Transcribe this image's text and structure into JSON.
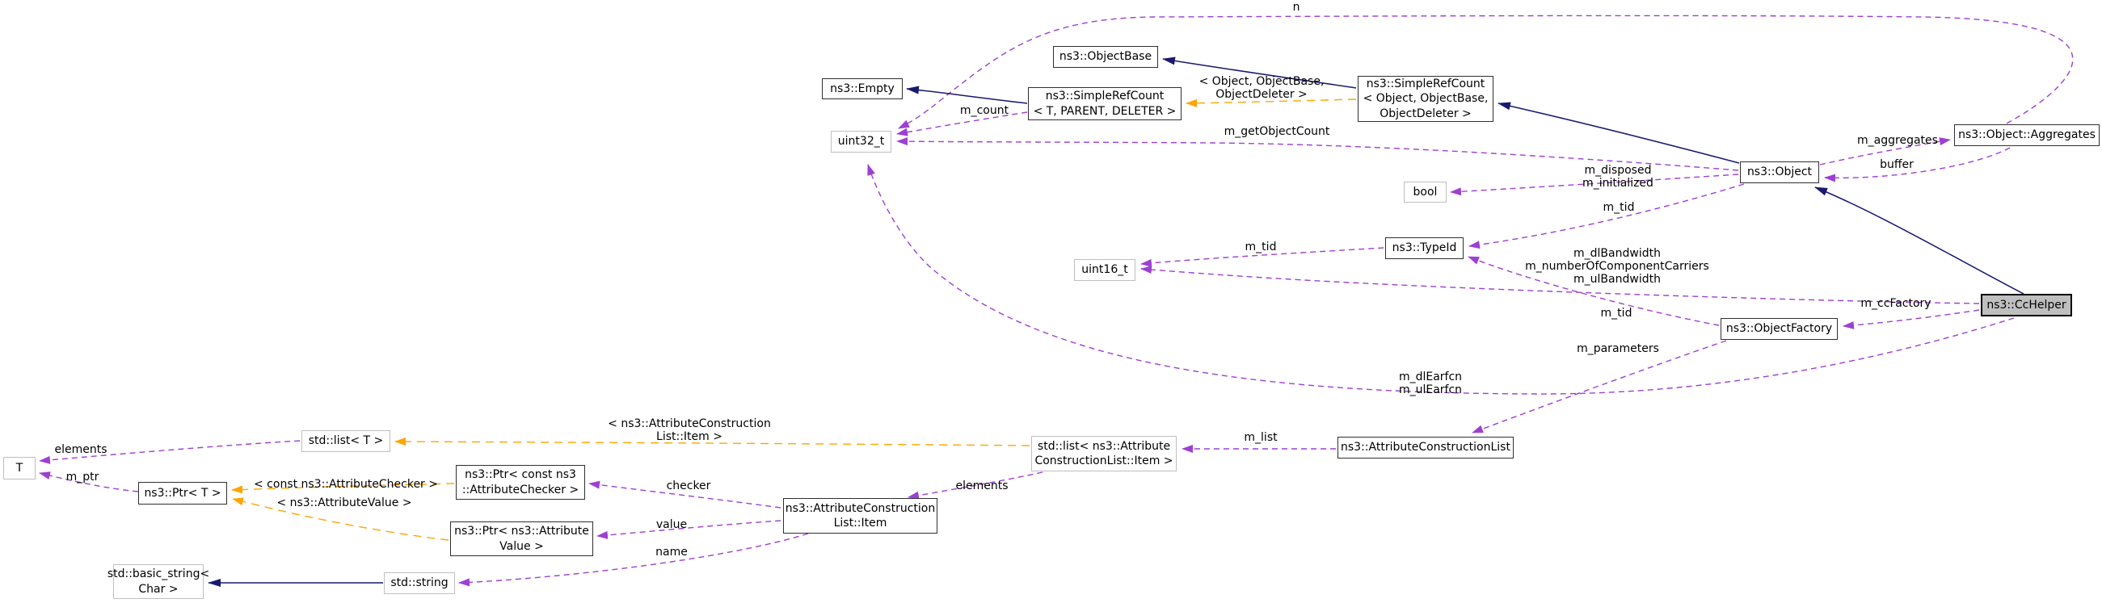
{
  "diagram": {
    "title": "ns3::CcHelper collaboration graph",
    "colors": {
      "inheritance_edge": "#191970",
      "member_edge": "#9d3fd3",
      "template_edge": "#ffa500",
      "main_node_fill": "#bfbfbf",
      "class_border": "#2f2f2f",
      "external_border": "#bfbfbf"
    },
    "nodes": {
      "empty": {
        "label": "ns3::Empty"
      },
      "srt": {
        "label": "ns3::SimpleRefCount\n< T, PARENT, DELETER >"
      },
      "objectbase": {
        "label": "ns3::ObjectBase"
      },
      "sro": {
        "label": "ns3::SimpleRefCount\n< Object, ObjectBase,\nObjectDeleter >"
      },
      "uint32": {
        "label": "uint32_t"
      },
      "object": {
        "label": "ns3::Object"
      },
      "aggregates": {
        "label": "ns3::Object::Aggregates"
      },
      "bool": {
        "label": "bool"
      },
      "typeid": {
        "label": "ns3::TypeId"
      },
      "uint16": {
        "label": "uint16_t"
      },
      "cchelper": {
        "label": "ns3::CcHelper"
      },
      "objectfactory": {
        "label": "ns3::ObjectFactory"
      },
      "acl": {
        "label": "ns3::AttributeConstructionList"
      },
      "list_item": {
        "label": "std::list< ns3::Attribute\nConstructionList::Item >"
      },
      "list_t": {
        "label": "std::list< T >"
      },
      "t": {
        "label": "T"
      },
      "ptr_t": {
        "label": "ns3::Ptr< T >"
      },
      "ptr_checker": {
        "label": "ns3::Ptr< const ns3\n::AttributeChecker >"
      },
      "ptr_value": {
        "label": "ns3::Ptr< ns3::Attribute\nValue >"
      },
      "item": {
        "label": "ns3::AttributeConstruction\nList::Item"
      },
      "string": {
        "label": "std::string"
      },
      "basic_string": {
        "label": "std::basic_string<\nChar >"
      }
    },
    "edge_labels": {
      "n": {
        "text": "n"
      },
      "m_count": {
        "text": "m_count"
      },
      "m_getObjectCount": {
        "text": "m_getObjectCount"
      },
      "m_disposed": {
        "text": "m_disposed\nm_initialized"
      },
      "m_tid_object": {
        "text": "m_tid"
      },
      "m_tid_factory": {
        "text": "m_tid"
      },
      "m_tid_typeid": {
        "text": "m_tid"
      },
      "m_aggregates": {
        "text": "m_aggregates"
      },
      "buffer": {
        "text": "buffer"
      },
      "m_bandwidth": {
        "text": "m_dlBandwidth\nm_numberOfComponentCarriers\nm_ulBandwidth"
      },
      "m_ccFactory": {
        "text": "m_ccFactory"
      },
      "m_parameters": {
        "text": "m_parameters"
      },
      "m_earfcn": {
        "text": "m_dlEarfcn\nm_ulEarfcn"
      },
      "m_list": {
        "text": "m_list"
      },
      "elements_list_t": {
        "text": "elements"
      },
      "elements_item": {
        "text": "elements"
      },
      "m_ptr": {
        "text": "m_ptr"
      },
      "checker": {
        "text": "checker"
      },
      "value": {
        "text": "value"
      },
      "name": {
        "text": "name"
      },
      "tmpl_object_deleter": {
        "text": "< Object, ObjectBase,\nObjectDeleter >"
      },
      "tmpl_acl_item": {
        "text": "< ns3::AttributeConstruction\nList::Item >"
      },
      "tmpl_const_checker": {
        "text": "< const ns3::AttributeChecker >"
      },
      "tmpl_attribute_value": {
        "text": "< ns3::AttributeValue >"
      }
    }
  }
}
